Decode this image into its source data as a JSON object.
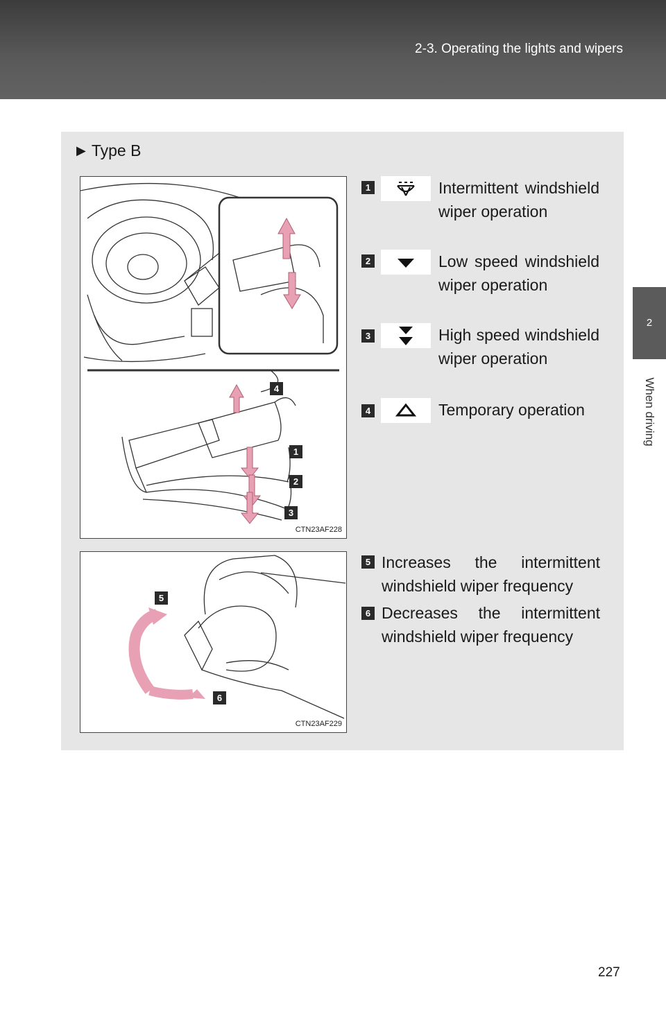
{
  "header": {
    "section_title": "2-3. Operating the lights and wipers"
  },
  "side_tab": {
    "chapter_number": "2",
    "chapter_label": "When driving"
  },
  "panel": {
    "type_heading": "Type B",
    "figure_1": {
      "code": "CTN23AF228",
      "callouts": [
        "4",
        "1",
        "2",
        "3"
      ]
    },
    "figure_2": {
      "code": "CTN23AF229",
      "callouts": [
        "5",
        "6"
      ]
    },
    "items": [
      {
        "number": "1",
        "icon": "intermittent-wiper-icon",
        "text": "Intermittent wind­shield wiper opera­tion"
      },
      {
        "number": "2",
        "icon": "low-speed-wiper-icon",
        "text": "Low speed wind­shield wiper opera­tion"
      },
      {
        "number": "3",
        "icon": "high-speed-wiper-icon",
        "text": "High speed wind­shield wiper opera­tion"
      },
      {
        "number": "4",
        "icon": "temporary-operation-icon",
        "text": "Temporary operation"
      },
      {
        "number": "5",
        "text": "Increases the intermittent windshield wiper frequency"
      },
      {
        "number": "6",
        "text": "Decreases the intermittent windshield wiper frequency"
      }
    ]
  },
  "page_number": "227",
  "colors": {
    "header": "#5a5a5a",
    "panel": "#e6e6e6",
    "arrow_pink": "#e8a0b4",
    "badge": "#2a2a2a"
  }
}
